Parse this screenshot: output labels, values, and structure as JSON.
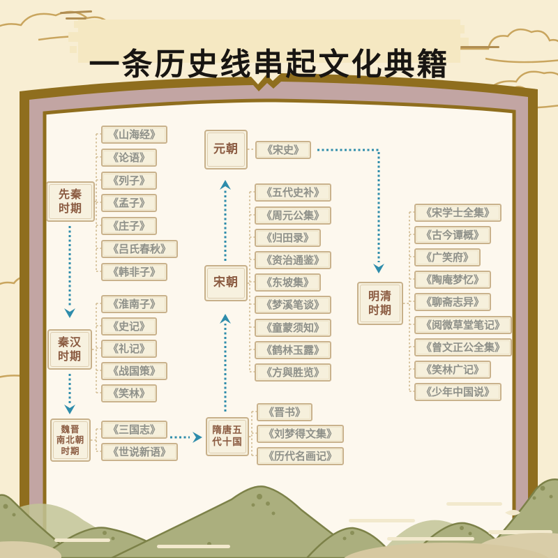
{
  "title": "一条历史线串起文化典籍",
  "colors": {
    "background": "#f8eed3",
    "banner": "#f5e8c2",
    "title_text": "#181512",
    "book_cover_gold": "#8f6e1e",
    "book_cover_mauve": "#c2a5a3",
    "book_page": "#fdf8ee",
    "era_text": "#8a5a40",
    "chip_text": "#8e9089",
    "chip_border": "#c9b28c",
    "arrow_teal": "#2e8cab",
    "connector_tan": "#d8c5a0",
    "mountain_green": "#abaf7e"
  },
  "eras": [
    {
      "id": "xianqin",
      "label": "先秦\n时期",
      "books": [
        "《山海经》",
        "《论语》",
        "《列子》",
        "《孟子》",
        "《庄子》",
        "《吕氏春秋》",
        "《韩非子》"
      ]
    },
    {
      "id": "qinhan",
      "label": "秦汉\n时期",
      "books": [
        "《淮南子》",
        "《史记》",
        "《礼记》",
        "《战国策》",
        "《笑林》"
      ]
    },
    {
      "id": "weijin",
      "label": "魏晋\n南北朝\n时期",
      "books": [
        "《三国志》",
        "《世说新语》"
      ]
    },
    {
      "id": "suitang",
      "label": "隋唐五\n代十国",
      "books": [
        "《晋书》",
        "《刘梦得文集》",
        "《历代名画记》"
      ]
    },
    {
      "id": "song",
      "label": "宋朝",
      "books": [
        "《五代史补》",
        "《周元公集》",
        "《归田录》",
        "《资治通鉴》",
        "《东坡集》",
        "《梦溪笔谈》",
        "《童蒙须知》",
        "《鹤林玉露》",
        "《方與胜览》"
      ]
    },
    {
      "id": "yuan",
      "label": "元朝",
      "books": [
        "《宋史》"
      ]
    },
    {
      "id": "mingqing",
      "label": "明清\n时期",
      "books": [
        "《宋学士全集》",
        "《古今谭概》",
        "《广笑府》",
        "《陶庵梦忆》",
        "《聊斋志异》",
        "《阅微草堂笔记》",
        "《曾文正公全集》",
        "《笑林广记》",
        "《少年中国说》"
      ]
    }
  ]
}
